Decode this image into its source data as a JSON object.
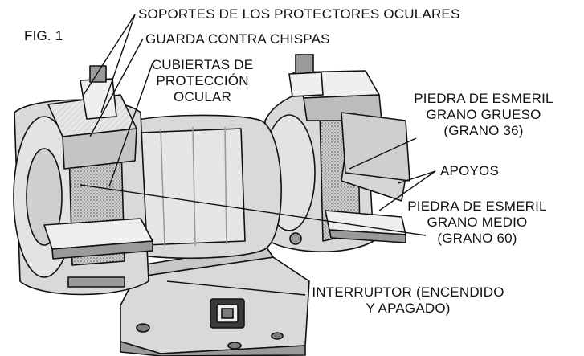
{
  "figure_label": "FIG. 1",
  "labels": {
    "eye_shield_brackets": "SOPORTES DE LOS PROTECTORES OCULARES",
    "spark_guard": "GUARDA CONTRA CHISPAS",
    "eye_shield_covers": [
      "CUBIERTAS DE",
      "PROTECCIÓN",
      "OCULAR"
    ],
    "coarse_wheel": [
      "PIEDRA DE ESMERIL",
      "GRANO GRUESO",
      "(GRANO 36)"
    ],
    "tool_rests": "APOYOS",
    "medium_wheel": [
      "PIEDRA DE ESMERIL",
      "GRANO MEDIO",
      "(GRANO 60)"
    ],
    "switch": [
      "INTERRUPTOR (ENCENDIDO",
      "Y APAGADO)"
    ]
  },
  "colors": {
    "ink": "#111111",
    "body_fill": "#d9d9d9",
    "shade": "#9a9a9a",
    "dark": "#3a3a3a",
    "light": "#efefef"
  }
}
